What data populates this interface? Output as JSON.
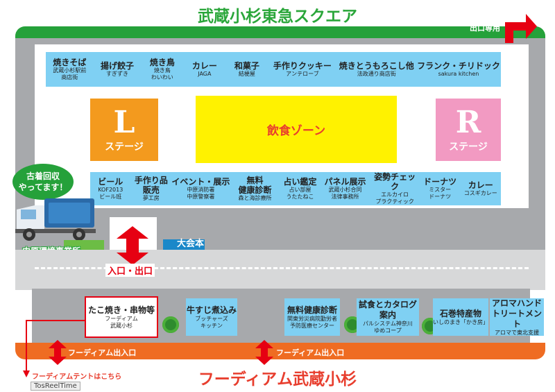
{
  "titles": {
    "top": "武蔵小杉東急スクエア",
    "bottom": "フーディアム武蔵小杉"
  },
  "exit_only": "出口専用",
  "top_row": [
    {
      "name": "焼きそば",
      "sub1": "武蔵小杉駅前",
      "sub2": "商店街"
    },
    {
      "name": "揚げ餃子",
      "sub1": "すぎずき",
      "sub2": ""
    },
    {
      "name": "焼き鳥",
      "sub1": "焼き鳥",
      "sub2": "わいわい"
    },
    {
      "name": "カレー",
      "sub1": "JAGA",
      "sub2": ""
    },
    {
      "name": "和菓子",
      "sub1": "結梗屋",
      "sub2": ""
    },
    {
      "name": "手作りクッキー",
      "sub1": "アンテローブ",
      "sub2": ""
    },
    {
      "name": "焼きとうもろこし他",
      "sub1": "法政通り商店街",
      "sub2": ""
    },
    {
      "name": "フランク・チリドック",
      "sub1": "sakura kitchen",
      "sub2": ""
    }
  ],
  "stages": {
    "left_letter": "L",
    "left_label": "ステージ",
    "right_letter": "R",
    "right_label": "ステージ",
    "food_zone": "飲食ゾーン"
  },
  "middle_row": [
    {
      "name": "ビール",
      "sub1": "KOF2013",
      "sub2": "ビール班"
    },
    {
      "name": "手作り品",
      "name2": "販売",
      "sub1": "夢工房",
      "sub2": ""
    },
    {
      "name": "イベント・展示",
      "sub1": "中原消防署",
      "sub2": "中原警察署"
    },
    {
      "name": "無料",
      "name2": "健康診断",
      "sub1": "森と海診療所",
      "sub2": ""
    },
    {
      "name": "占い鑑定",
      "sub1": "占い部屋",
      "sub2": "うたたねこ"
    },
    {
      "name": "パネル展示",
      "sub1": "武蔵小杉合同",
      "sub2": "法律事務所"
    },
    {
      "name": "姿勢チェック",
      "sub1": "エルカイロ",
      "sub2": "プラクティック"
    },
    {
      "name": "ドーナツ",
      "sub1": "ミスター",
      "sub2": "ドーナツ"
    },
    {
      "name": "カレー",
      "sub1": "コスギカレー",
      "sub2": ""
    }
  ],
  "clothes_bubble": {
    "line1": "古着回収",
    "line2": "やってます！"
  },
  "nakahara_office": "中原環境事業所",
  "hq": "大会本部",
  "entrance": "入口・出口",
  "bottom_shops": {
    "tako": {
      "name": "たこ焼き・串物等",
      "sub1": "フーディアム",
      "sub2": "武蔵小杉"
    },
    "gyusuji": {
      "name": "牛すじ煮込み",
      "sub1": "ブッチャーズ",
      "sub2": "キッチン"
    },
    "kenko": {
      "name": "無料健康診断",
      "sub1": "関東労災病院勤労者",
      "sub2": "予防医療センター"
    },
    "shishoku": {
      "name": "試食とカタログ案内",
      "sub1": "パルシステム神奈川",
      "sub2": "ゆめコープ"
    },
    "ishinomaki": {
      "name": "石巻特産物",
      "sub1": "いしのまき「かき房」"
    },
    "aroma": {
      "name": "アロマハンド",
      "name2": "トリートメント",
      "sub1": "アロマで東北支援"
    }
  },
  "foodium_entrance_1": "フーディアム出入口",
  "foodium_entrance_2": "フーディアム出入口",
  "foodium_tent": "フーディアムテントはこちら",
  "watermark": "TosReelTime",
  "colors": {
    "green": "#25a13a",
    "blue": "#7fd0f3",
    "orange": "#ef6c22",
    "red": "#e83e2e",
    "yellow": "#fff200",
    "l_stage": "#f39a1e",
    "r_stage": "#f29ac2"
  }
}
